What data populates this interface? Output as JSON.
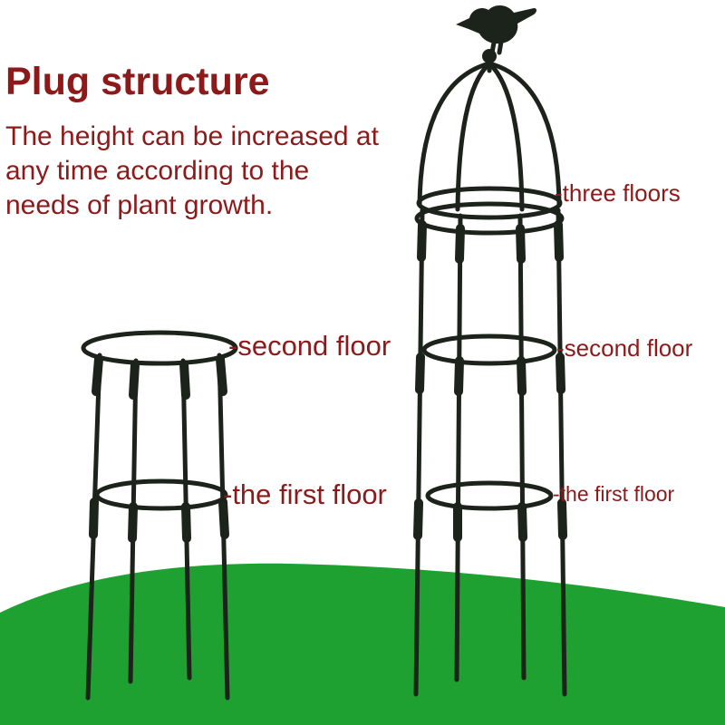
{
  "title": "Plug structure",
  "description": "The height can be increased at\nany time according to the\nneeds of plant growth.",
  "labels": {
    "left_second_floor": "-second floor",
    "left_first_floor": "-the first floor",
    "right_three_floors": "-three floors",
    "right_second_floor": "-second floor",
    "right_first_floor": "-the first floor"
  },
  "colors": {
    "text": "#8d1a1a",
    "grass": "#1fa132",
    "structure": "#1c231b"
  }
}
